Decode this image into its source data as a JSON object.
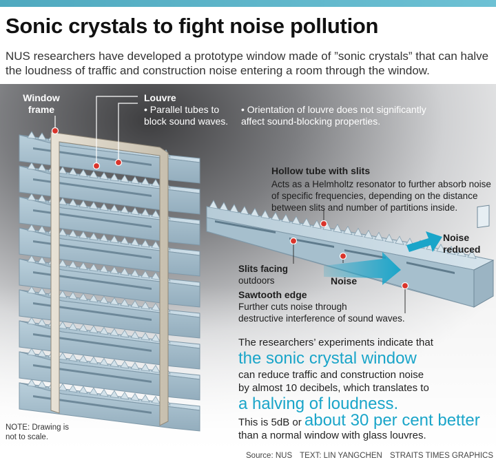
{
  "header": {
    "title": "Sonic crystals to fight noise pollution",
    "intro": "NUS researchers have developed a prototype window made of ”sonic crystals” that can halve the loudness of traffic and construction noise entering a room through the window."
  },
  "labels": {
    "window_frame": "Window frame",
    "louvre_title": "Louvre",
    "louvre_desc_1": "• Parallel tubes to",
    "louvre_desc_2": "block sound waves.",
    "orientation_1": "• Orientation of louvre does not significantly",
    "orientation_2": "affect sound-blocking properties.",
    "tube_title": "Hollow tube with slits",
    "tube_desc_1": "Acts as a Helmholtz resonator to further absorb noise",
    "tube_desc_2": "of specific frequencies, depending on the distance",
    "tube_desc_3": "between slits and number of partitions inside.",
    "noise_reduced_1": "Noise",
    "noise_reduced_2": "reduced",
    "slits_1": "Slits facing",
    "slits_2": "outdoors",
    "noise": "Noise",
    "sawtooth_title": "Sawtooth edge",
    "sawtooth_desc_1": "Further cuts noise through",
    "sawtooth_desc_2": "destructive interference of sound waves."
  },
  "findings": {
    "line1": "The researchers’ experiments indicate that",
    "highlight1": "the sonic crystal window",
    "line2": "can reduce traffic and construction noise",
    "line3": "by almost 10 decibels, which translates to",
    "highlight2": "a halving of loudness.",
    "line4_pre": "This is 5dB or",
    "highlight3": "about 30 per cent better",
    "line5": "than a normal window with glass louvres."
  },
  "note": "NOTE: Drawing is not to scale.",
  "footer": {
    "source": "Source: NUS",
    "text": "TEXT: LIN YANGCHEN",
    "graphics": "STRAITS TIMES GRAPHICS"
  },
  "colors": {
    "accent": "#1aa5c9",
    "top_bar": "#5ab0c4",
    "louvre": "#b9cfdb",
    "marker": "#d9342b"
  }
}
